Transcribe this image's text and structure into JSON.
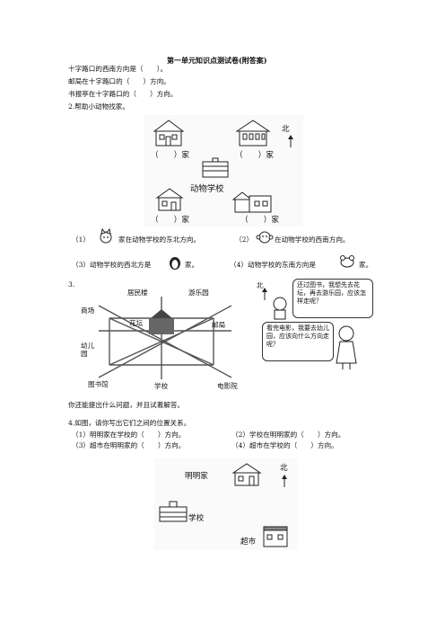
{
  "title": "第一单元知识点测试卷(附答案)",
  "lines": [
    "十字路口的西南方向是（　　）。",
    "邮局在十字路口的（　　）方向。",
    "书报亭在十字路口的（　　）方向。",
    "2.帮助小动物找家。"
  ],
  "q2": {
    "north": "北",
    "blank_top_left": "（　　）家",
    "blank_top_right": "（　　）家",
    "center": "动物学校",
    "blank_bottom_left": "（　　）家",
    "blank_bottom_right": "（　　）家",
    "s1_num": "（1）",
    "s1_text": "家在动物学校的东北方向。",
    "s2_num": "（2）",
    "s2_text": "在动物学校的西南方向。",
    "s3_text": "（3）动物学校的西北方是",
    "s3_end": "家。",
    "s4_text": "（4）动物学校的东南方向是",
    "s4_end": "家。"
  },
  "q3": {
    "num": "3.",
    "north": "北",
    "places": {
      "residence": "居民楼",
      "park": "游乐园",
      "mall": "商场",
      "flower": "花坛",
      "post": "邮局",
      "kinder": "幼儿园",
      "library": "图书馆",
      "school": "学校",
      "cinema": "电影院"
    },
    "bubble1": "还过图书，我想先去花坛，再去游乐园，应该怎样走呢？",
    "bubble2": "看完电影，我要去幼儿园，应该向什么方向走呢？",
    "followup": "你还能提出什么问题，并且试着解答。"
  },
  "q4": {
    "intro": "4.如图，请你写出它们之间的位置关系。",
    "a1": "（1）明明家在学校的（　　）方向。",
    "a2": "（2）学校在明明家的（　　）方向。",
    "a3": "（3）超市在明明家的（　　）方向。",
    "a4": "（4）超市在学校的（　　）方向。",
    "home": "明明家",
    "north": "北",
    "school": "学校",
    "market": "超市"
  }
}
